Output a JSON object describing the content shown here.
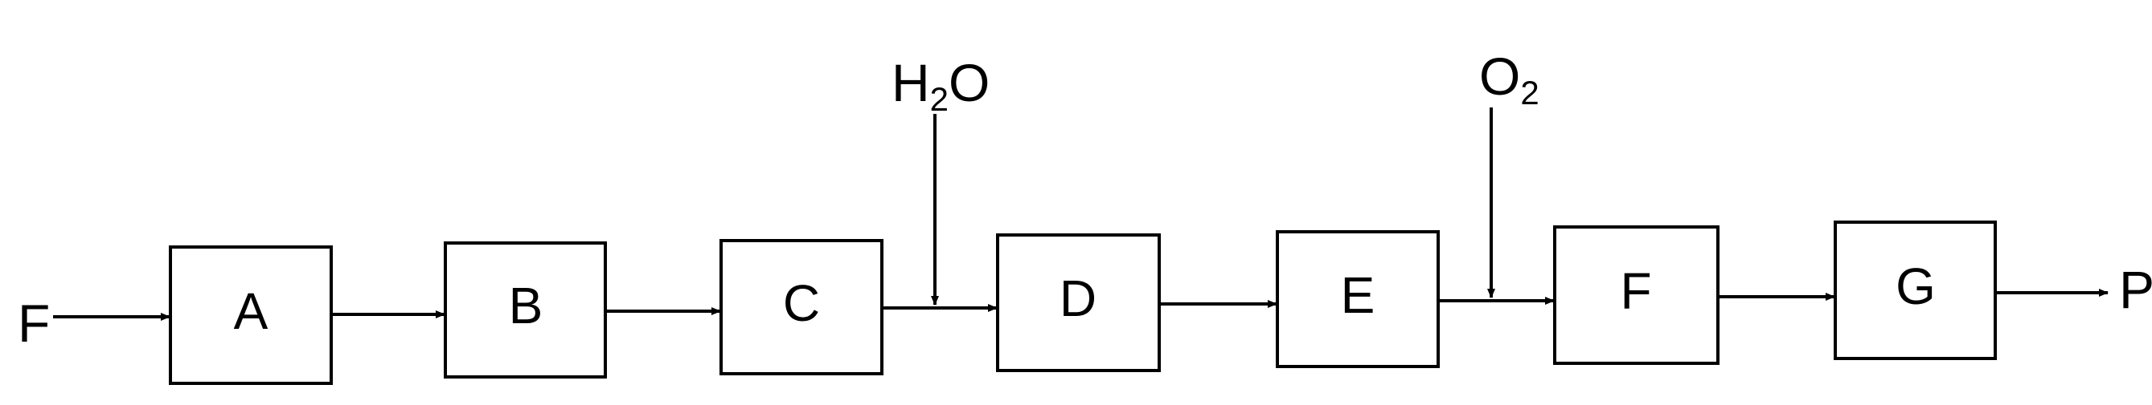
{
  "diagram": {
    "input": "F",
    "output": "P",
    "nodes": [
      {
        "id": "A",
        "label": "A"
      },
      {
        "id": "B",
        "label": "B"
      },
      {
        "id": "C",
        "label": "C"
      },
      {
        "id": "D",
        "label": "D"
      },
      {
        "id": "E",
        "label": "E"
      },
      {
        "id": "F",
        "label": "F"
      },
      {
        "id": "G",
        "label": "G"
      }
    ],
    "feeds": [
      {
        "main": "H",
        "sub": "2",
        "tail": "O",
        "into": "C-D"
      },
      {
        "main": "O",
        "sub": "2",
        "tail": "",
        "into": "E-F"
      }
    ]
  },
  "colors": {
    "stroke": "#000000",
    "background": "#ffffff"
  }
}
